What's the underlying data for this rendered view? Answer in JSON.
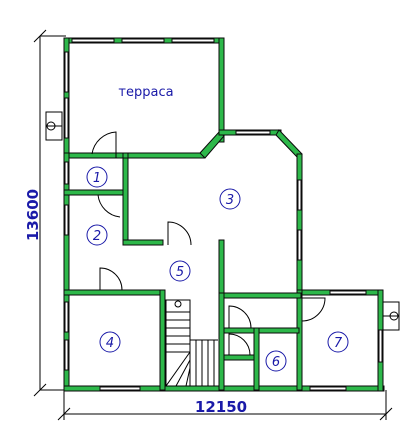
{
  "plan": {
    "terrace_label": "терраса",
    "rooms": [
      "1",
      "2",
      "3",
      "4",
      "5",
      "6",
      "7"
    ],
    "width_dimension": "12150",
    "height_dimension": "13600"
  }
}
